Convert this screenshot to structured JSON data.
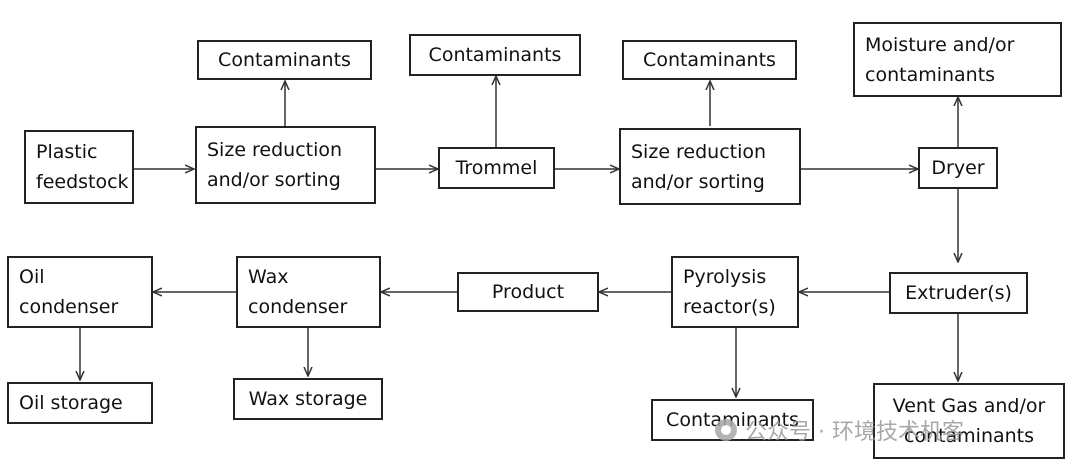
{
  "boxes": {
    "plastic_feedstock": "Plastic\nfeedstock",
    "size_reduction_1": "Size reduction\nand/or sorting",
    "contaminants_1": "Contaminants",
    "trommel": "Trommel",
    "contaminants_2": "Contaminants",
    "size_reduction_2": "Size reduction\nand/or sorting",
    "contaminants_3": "Contaminants",
    "dryer": "Dryer",
    "moisture": "Moisture and/or\ncontaminants",
    "extruder": "Extruder(s)",
    "vent_gas": "Vent Gas and/or\ncontaminants",
    "pyrolysis": "Pyrolysis\nreactor(s)",
    "contaminants_4": "Contaminants",
    "product": "Product",
    "wax_condenser": "Wax\ncondenser",
    "wax_storage": "Wax storage",
    "oil_condenser": "Oil\ncondenser",
    "oil_storage": "Oil storage"
  },
  "watermark": {
    "text": "公众号 · 环境技术机客",
    "icon": "wechat-icon"
  }
}
